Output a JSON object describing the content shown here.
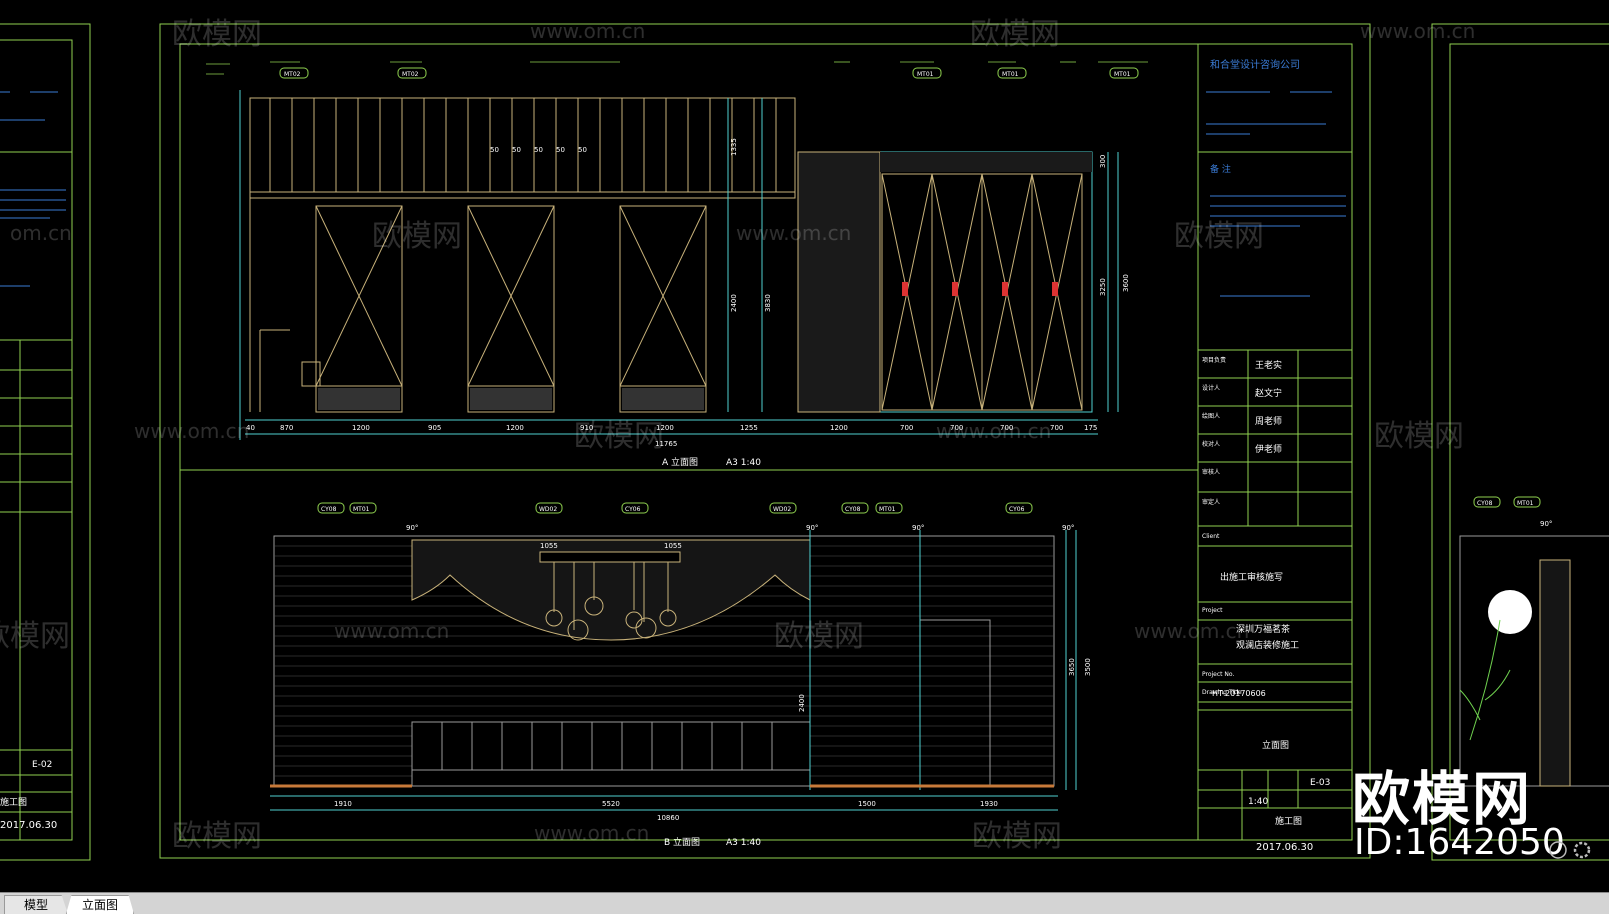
{
  "tabs": [
    {
      "label": "模型"
    },
    {
      "label": "立面图"
    }
  ],
  "watermarks": {
    "brand": "欧模网",
    "site": "www.om.cn",
    "big_logo": "欧模网",
    "model_id": "ID:1642050"
  },
  "title_block": {
    "company": "和合堂设计咨询公司",
    "notes_title": "备 注",
    "roles": [
      "王老实",
      "赵文宁",
      "周老师",
      "伊老师"
    ],
    "stage_text": "出施工审核施写",
    "project_name_1": "深圳万福茗茶",
    "project_name_2": "观澜店装修施工",
    "project_no": "HT-20170606",
    "drawing_title": "立面图",
    "drawing_no": "E-03",
    "scale": "1:40",
    "phase": "施工图",
    "date": "2017.06.30"
  },
  "left_sheet": {
    "drawing_no": "E-02",
    "phase": "施工图",
    "date": "2017.06.30",
    "url_text": "om.cn"
  },
  "elevation_a": {
    "caption": "A 立面图",
    "scale": "A3 1:40",
    "codes": [
      "MT02",
      "MT02",
      "MT01",
      "MT01",
      "MT01"
    ],
    "dims_bottom": [
      "40",
      "870",
      "1200",
      "905",
      "1200",
      "910",
      "1200",
      "1255",
      "1200",
      "700",
      "700",
      "700",
      "700",
      "175"
    ],
    "overall": "11765",
    "dims_vertical": [
      "1335",
      "2400",
      "3830",
      "3250",
      "3600",
      "300"
    ],
    "small_dims": [
      "50",
      "50",
      "50",
      "50",
      "50"
    ]
  },
  "elevation_b": {
    "caption": "B 立面图",
    "scale": "A3 1:40",
    "codes": [
      "CY08",
      "MT01",
      "WD02",
      "CY06",
      "WD02",
      "CY08",
      "MT01",
      "CY06"
    ],
    "dims_bottom": [
      "1910",
      "5520",
      "1500",
      "1930"
    ],
    "overall": "10860",
    "dims_vertical": [
      "3650",
      "3500",
      "2400"
    ],
    "angle_marks": [
      "90°",
      "90°",
      "90°",
      "90°"
    ],
    "top_dims": [
      "1055",
      "1055"
    ]
  },
  "right_sheet": {
    "codes": [
      "CY08",
      "MT01"
    ],
    "angle": "90°"
  }
}
